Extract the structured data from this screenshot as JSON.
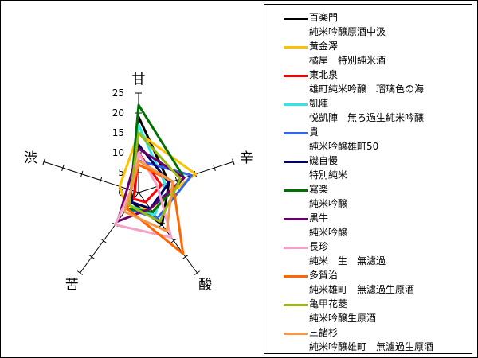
{
  "chart_data": {
    "type": "radar",
    "axes": [
      "甘",
      "辛",
      "酸",
      "苦",
      "渋"
    ],
    "tick_labels": [
      "0",
      "5",
      "10",
      "15",
      "20",
      "25"
    ],
    "rmax": 25,
    "series": [
      {
        "name": "百楽門",
        "subtitle": "純米吟醸原酒中汲",
        "color": "#000000",
        "values": [
          19,
          8,
          10,
          3,
          1
        ]
      },
      {
        "name": "黄金澤",
        "subtitle": "橘屋　特別純米酒",
        "color": "#ffc000",
        "values": [
          15,
          15,
          5,
          5,
          5
        ]
      },
      {
        "name": "東北泉",
        "subtitle": "雄町純米吟醸　瑠璃色の海",
        "color": "#ff0000",
        "values": [
          10,
          6,
          3,
          2,
          1
        ]
      },
      {
        "name": "凱陣",
        "subtitle": "悦凱陣　無ろ過生純米吟醸",
        "color": "#33e6e6",
        "values": [
          17,
          7,
          7,
          4,
          2
        ]
      },
      {
        "name": "貴",
        "subtitle": "純米吟醸雄町50",
        "color": "#3366ee",
        "values": [
          8,
          14,
          8,
          5,
          2
        ]
      },
      {
        "name": "磯自慢",
        "subtitle": "特別純米",
        "color": "#000066",
        "values": [
          12,
          8,
          5,
          3,
          2
        ]
      },
      {
        "name": "寫楽",
        "subtitle": "純米吟醸",
        "color": "#007000",
        "values": [
          22,
          12,
          6,
          5,
          2
        ]
      },
      {
        "name": "黒牛",
        "subtitle": "純米吟醸",
        "color": "#6a006a",
        "values": [
          11,
          12,
          5,
          9,
          3
        ]
      },
      {
        "name": "長珍",
        "subtitle": "純米　生　無濾過",
        "color": "#f7a0c8",
        "values": [
          10,
          5,
          14,
          10,
          2
        ]
      },
      {
        "name": "多賀治",
        "subtitle": "純米雄町　無濾過生原酒",
        "color": "#ff6600",
        "values": [
          7,
          9,
          19,
          5,
          2
        ]
      },
      {
        "name": "亀甲花菱",
        "subtitle": "純米吟醸生原酒",
        "color": "#99bb11",
        "values": [
          15,
          11,
          9,
          4,
          2
        ]
      },
      {
        "name": "三諸杉",
        "subtitle": "純米吟醸雄町　無濾過生原酒",
        "color": "#f79646",
        "values": [
          8,
          9,
          12,
          6,
          2
        ]
      }
    ]
  }
}
